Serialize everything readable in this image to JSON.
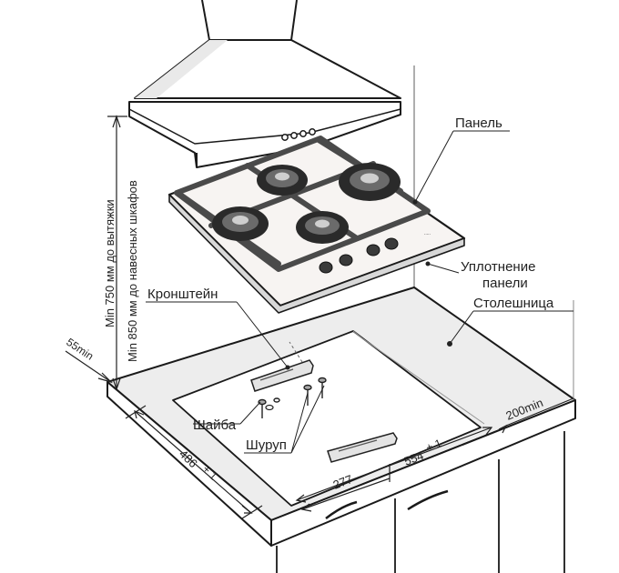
{
  "labels": {
    "panel": "Панель",
    "seal_line1": "Уплотнение",
    "seal_line2": "панели",
    "countertop": "Столешница",
    "bracket": "Кронштейн",
    "washer": "Шайба",
    "screw": "Шуруп"
  },
  "dimensions": {
    "hood_min_750": "Min 750 мм до вытяжки",
    "cabinets_min_850": "Min 850 мм до навесных шкафов",
    "edge_55": "55min",
    "depth_486": "486",
    "depth_486_tol": "+ 1",
    "width_554": "554",
    "width_554_tol": "+ 1",
    "bracket_277": "277",
    "side_200": "200min"
  }
}
